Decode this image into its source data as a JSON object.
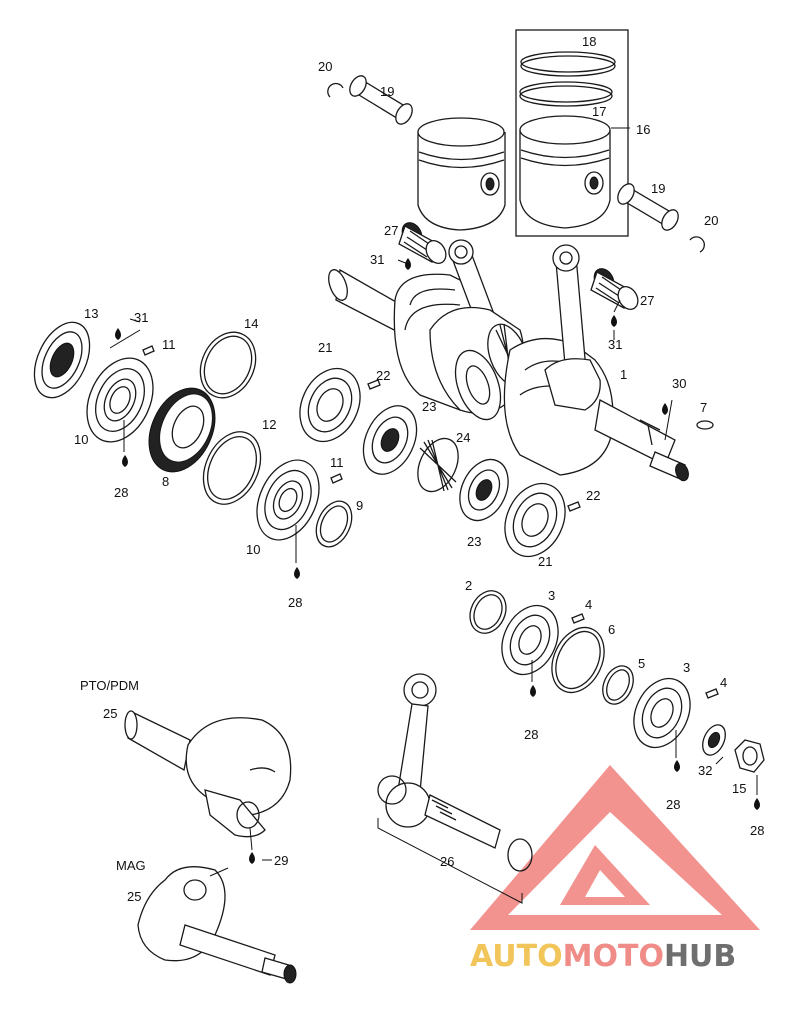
{
  "diagram": {
    "labels": {
      "l1": "1",
      "l2": "2",
      "l3a": "3",
      "l3b": "3",
      "l4a": "4",
      "l4b": "4",
      "l5": "5",
      "l6": "6",
      "l7": "7",
      "l8": "8",
      "l9": "9",
      "l10a": "10",
      "l10b": "10",
      "l11a": "11",
      "l11b": "11",
      "l12": "12",
      "l13": "13",
      "l14": "14",
      "l15": "15",
      "l16": "16",
      "l17": "17",
      "l18": "18",
      "l19a": "19",
      "l19b": "19",
      "l20a": "20",
      "l20b": "20",
      "l21a": "21",
      "l21b": "21",
      "l22a": "22",
      "l22b": "22",
      "l23a": "23",
      "l23b": "23",
      "l24": "24",
      "l25a": "25",
      "l25b": "25",
      "l26": "26",
      "l27a": "27",
      "l27b": "27",
      "l28a": "28",
      "l28b": "28",
      "l28c": "28",
      "l28d": "28",
      "l28e": "28",
      "l29": "29",
      "l30": "30",
      "l31a": "31",
      "l31b": "31",
      "l31c": "31",
      "l32": "32"
    },
    "pto_label": "PTO/PDM",
    "mag_label": "MAG"
  },
  "watermark": {
    "part1": "AUTO",
    "part2": "MOTO",
    "part3": "HUB",
    "color1": "#f2c55a",
    "color2": "#ef8c87",
    "color3": "#6f6f6f",
    "logo_color": "#ee6f6a"
  }
}
